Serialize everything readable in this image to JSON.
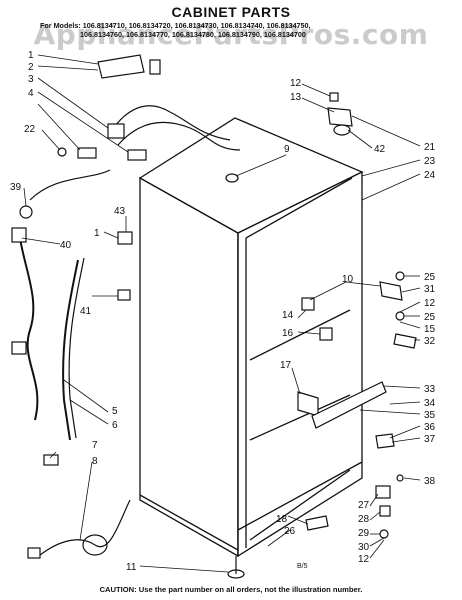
{
  "header": {
    "title": "CABINET PARTS",
    "models_line1": "For Models: 106.8134710, 106.8134720, 106.8134730, 106.8134740, 106.8134750,",
    "models_line2": "106.8134760, 106.8134770, 106.8134780, 106.8134790, 106.8134700"
  },
  "watermark": "AppliancePartsPros.com",
  "footer": {
    "caution": "CAUTION: Use the part number on all orders, not the illustration number.",
    "drawing_code": "B/5"
  },
  "callouts": {
    "c1": "1",
    "c2": "2",
    "c3": "3",
    "c4": "4",
    "c22": "22",
    "c39": "39",
    "c40": "40",
    "c41": "41",
    "c1b": "1",
    "c43": "43",
    "c5": "5",
    "c6": "6",
    "c7": "7",
    "c8": "8",
    "c9": "9",
    "c12a": "12",
    "c13": "13",
    "c42": "42",
    "c21": "21",
    "c23": "23",
    "c24": "24",
    "c10": "10",
    "c25a": "25",
    "c31": "31",
    "c12b": "12",
    "c25b": "25",
    "c15": "15",
    "c32": "32",
    "c14": "14",
    "c16": "16",
    "c17": "17",
    "c33": "33",
    "c34": "34",
    "c35": "35",
    "c36": "36",
    "c37": "37",
    "c38": "38",
    "c18": "18",
    "c26": "26",
    "c27": "27",
    "c28": "28",
    "c29": "29",
    "c30": "30",
    "c12c": "12",
    "c11": "11"
  }
}
